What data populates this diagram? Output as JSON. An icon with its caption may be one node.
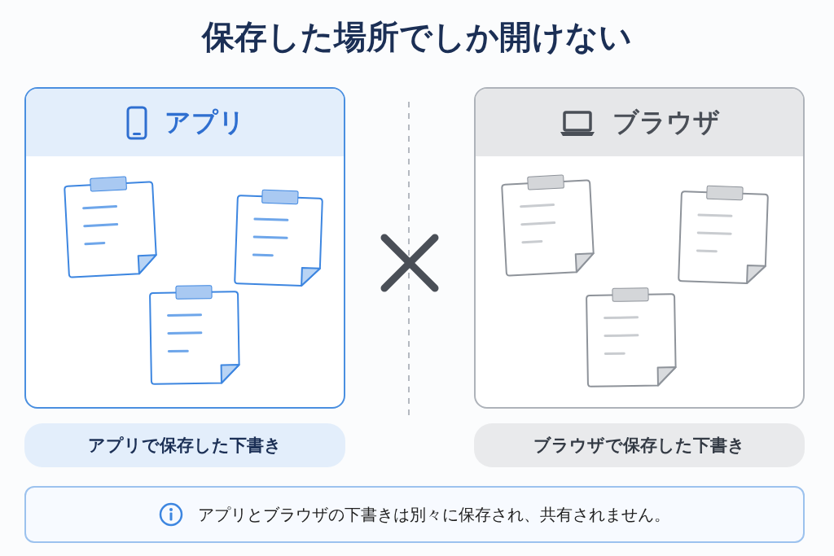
{
  "diagram": {
    "title": "保存した場所でしか開けない",
    "nodes": [
      {
        "text": [
          "アプリ"
        ]
      },
      {
        "text": [
          "ブラウザ"
        ]
      },
      {
        "text": [
          "アプリで保存した下書き"
        ]
      },
      {
        "text": [
          "ブラウザで保存した下書き"
        ]
      },
      {
        "text": [
          "アプリとブラウザの下書きは別々に保存され、共有されません。"
        ]
      }
    ]
  }
}
